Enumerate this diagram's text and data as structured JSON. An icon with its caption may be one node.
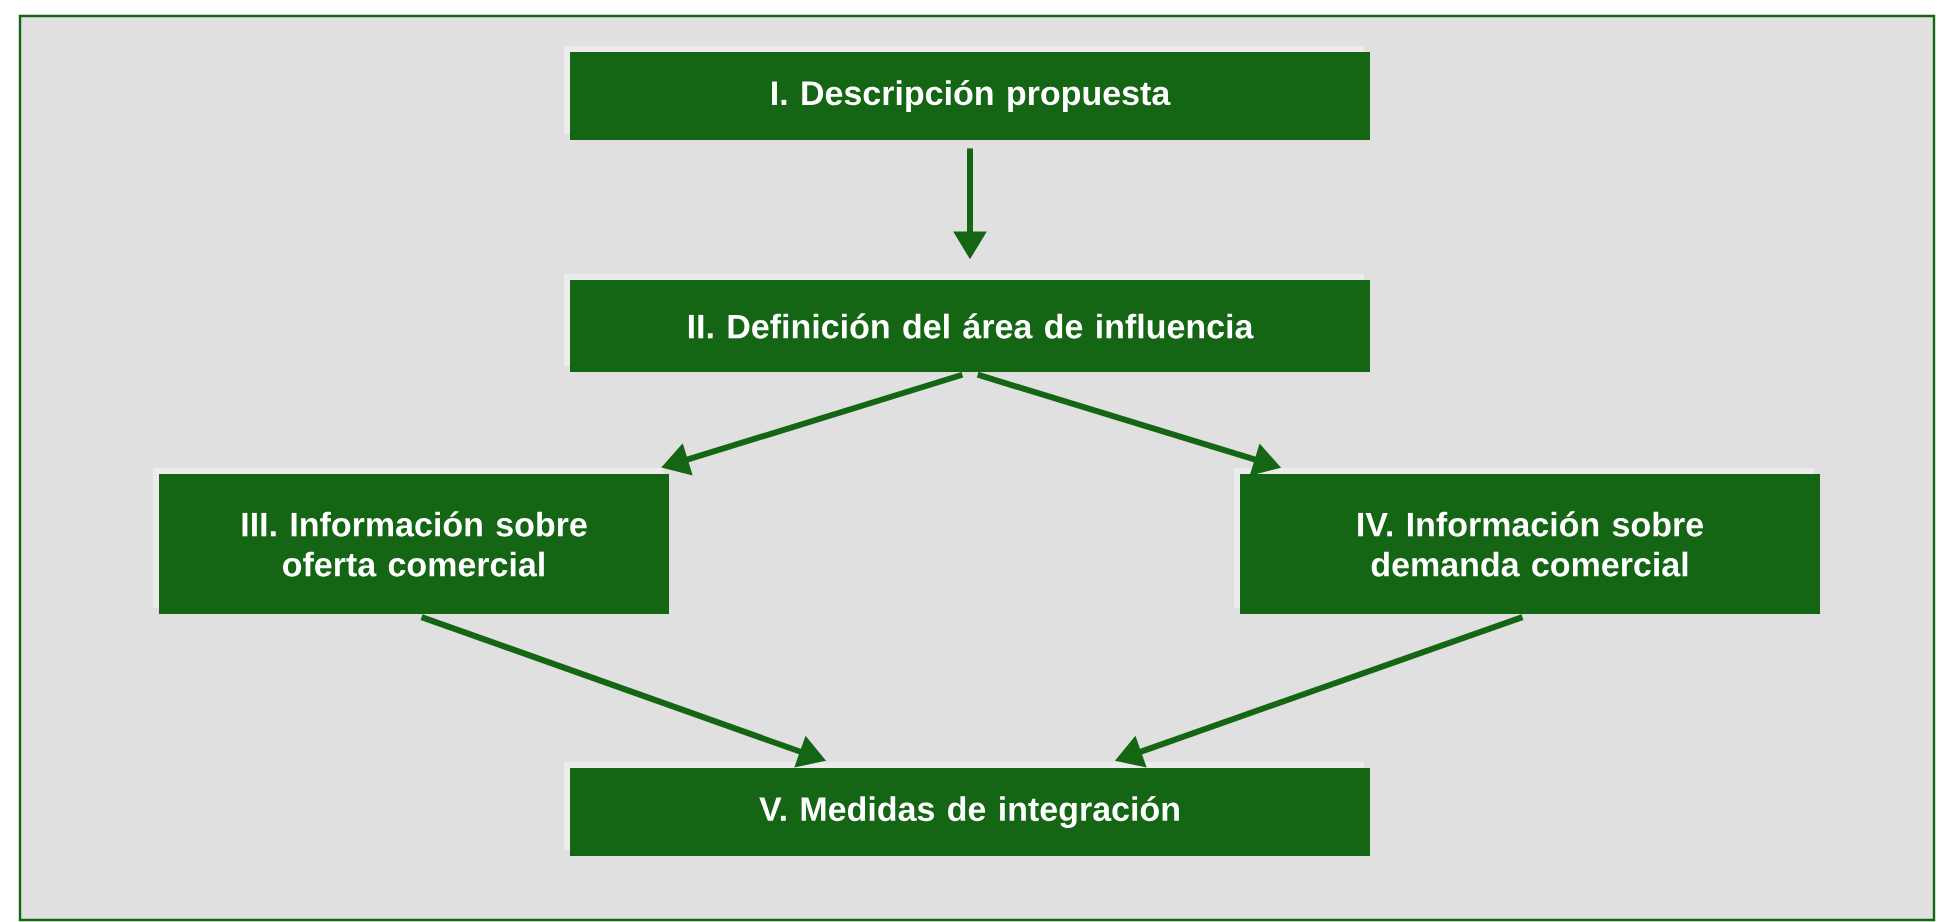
{
  "diagram": {
    "nodes": [
      {
        "text": [
          "I. Descripción propuesta"
        ]
      },
      {
        "text": [
          "II. Definición del área de influencia"
        ]
      },
      {
        "text": [
          "III. Información sobre oferta comercial"
        ]
      },
      {
        "text": [
          "IV. Información sobre demanda comercial"
        ]
      },
      {
        "text": [
          "V. Medidas de integración"
        ]
      }
    ],
    "edges": [
      {
        "from": 0,
        "to": 1,
        "arrow": "to"
      },
      {
        "from": 1,
        "to": 2,
        "arrow": "to"
      },
      {
        "from": 1,
        "to": 3,
        "arrow": "to"
      },
      {
        "from": 2,
        "to": 4,
        "arrow": "to"
      },
      {
        "from": 3,
        "to": 4,
        "arrow": "to"
      }
    ]
  }
}
